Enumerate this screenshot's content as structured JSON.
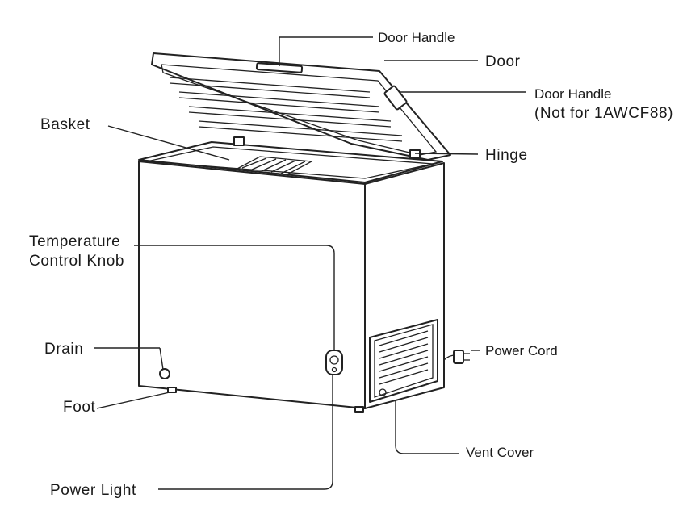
{
  "labels": {
    "door_handle_top": "Door Handle",
    "door": "Door",
    "door_handle_side": "Door Handle",
    "door_handle_side_note": "(Not for 1AWCF88)",
    "basket": "Basket",
    "hinge": "Hinge",
    "temperature_line1": "Temperature",
    "temperature_line2": "Control Knob",
    "drain": "Drain",
    "power_cord": "Power Cord",
    "foot": "Foot",
    "vent_cover": "Vent Cover",
    "power_light": "Power Light"
  }
}
